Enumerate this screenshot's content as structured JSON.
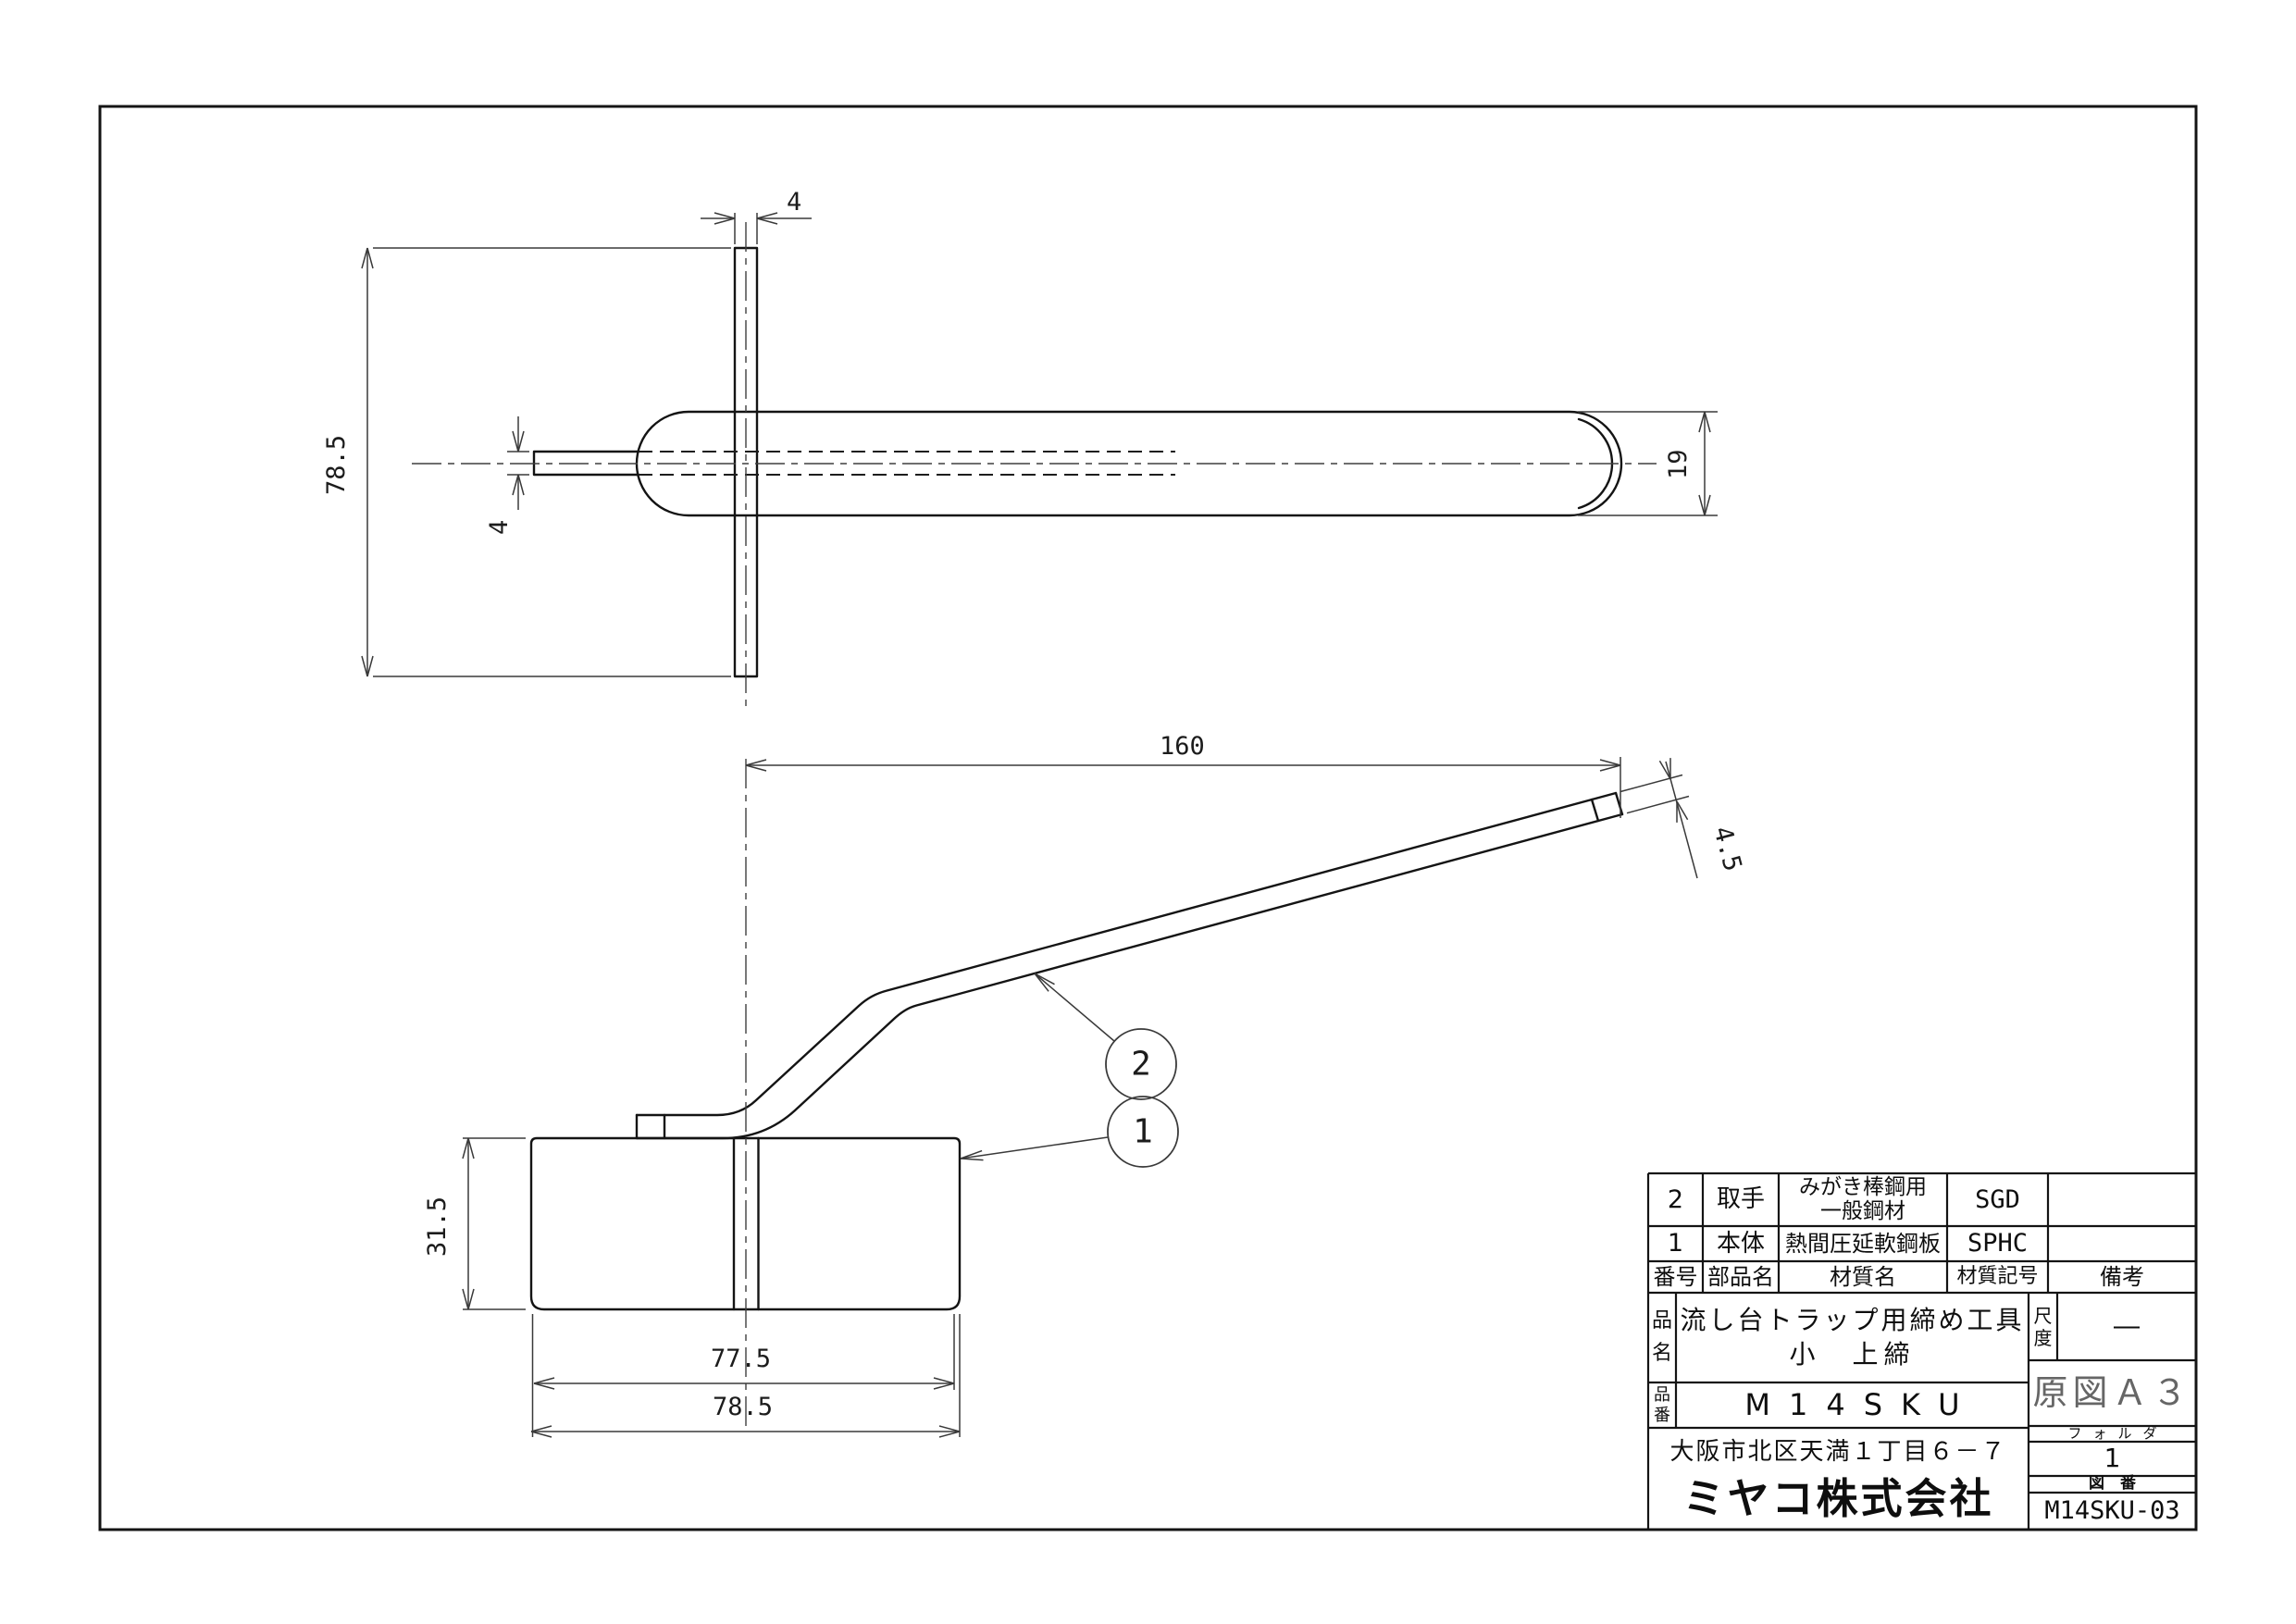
{
  "top_view": {
    "dim_pin_width": "4",
    "dim_total_height": "78.5",
    "dim_rod_thickness": "4",
    "dim_bar_width": "19"
  },
  "side_view": {
    "dim_length": "160",
    "dim_tip_thickness": "4.5",
    "dim_body_height": "31.5",
    "dim_body_inner_width": "77.5",
    "dim_body_outer_width": "78.5",
    "balloon_handle": "2",
    "balloon_body": "1"
  },
  "title_block": {
    "parts_table": {
      "headers": {
        "no": "番号",
        "part_name": "部品名",
        "material_name": "材質名",
        "material_code": "材質記号",
        "remarks": "備考"
      },
      "rows": [
        {
          "no": "2",
          "part_name": "取手",
          "material_name_line1": "みがき棒鋼用",
          "material_name_line2": "一般鋼材",
          "material_code": "SGD",
          "remarks": ""
        },
        {
          "no": "1",
          "part_name": "本体",
          "material_name_line1": "熱間圧延軟鋼板",
          "material_name_line2": "",
          "material_code": "SPHC",
          "remarks": ""
        }
      ]
    },
    "product_name": {
      "label_char1": "品",
      "label_char2": "名",
      "line1": "流し台トラップ用締め工具",
      "line2": "小　上締"
    },
    "product_number": {
      "label_char1": "品",
      "label_char2": "番",
      "value": "M14SKU"
    },
    "scale": {
      "label_char1": "尺",
      "label_char2": "度",
      "value": "―"
    },
    "original_size": {
      "value": "原図Ａ３"
    },
    "folder": {
      "label": "フォルダ",
      "value": "1"
    },
    "drawing_number": {
      "label": "図　番",
      "value": "M14SKU-03"
    },
    "company": {
      "address": "大阪市北区天満１丁目６－７",
      "name": "ミヤコ株式会社"
    }
  }
}
